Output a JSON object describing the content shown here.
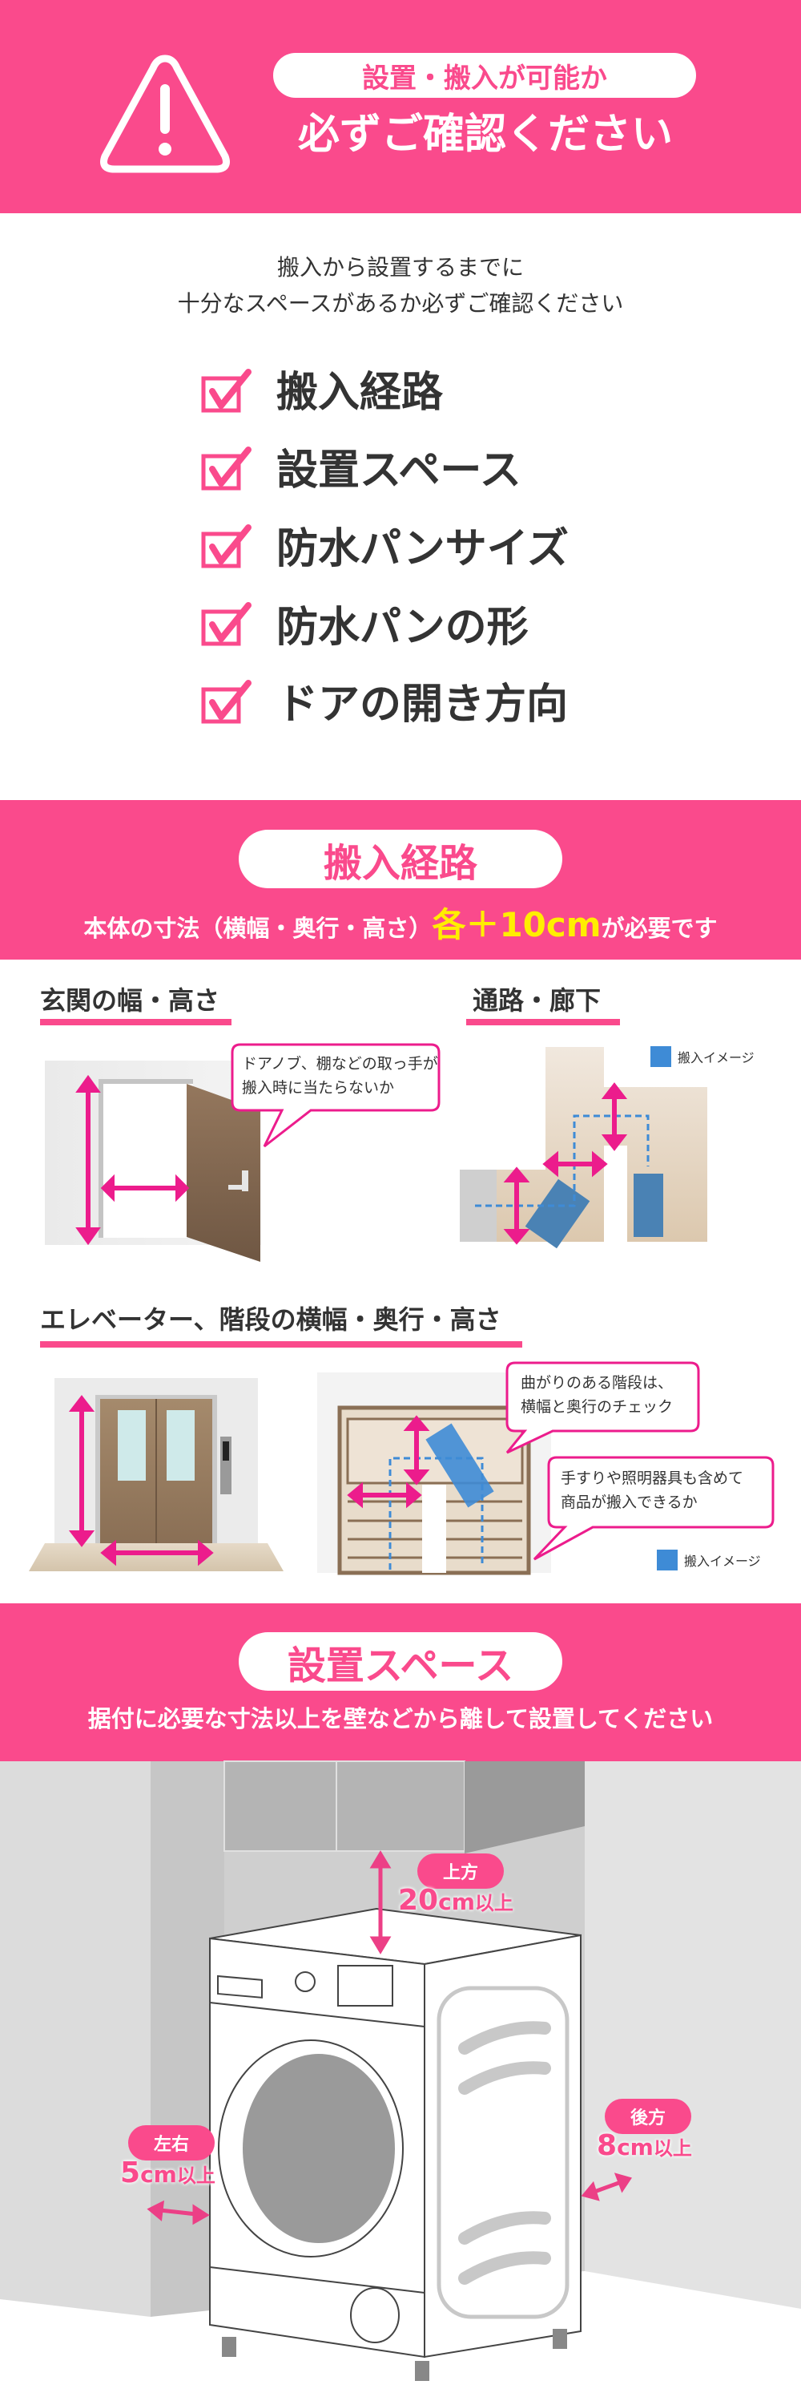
{
  "header": {
    "pill_text": "設置・搬入が可能か",
    "title": "必ずご確認ください",
    "icon": "warning-triangle-icon"
  },
  "intro": {
    "line1": "搬入から設置するまでに",
    "line2": "十分なスペースがあるか必ずご確認ください"
  },
  "checklist": [
    {
      "label": "搬入経路"
    },
    {
      "label": "設置スペース"
    },
    {
      "label": "防水パンサイズ"
    },
    {
      "label": "防水パンの形"
    },
    {
      "label": "ドアの開き方向"
    }
  ],
  "route_section": {
    "title": "搬入経路",
    "subtitle_pre": "本体の寸法（横幅・奥行・高さ）",
    "subtitle_highlight": "各＋10cm",
    "subtitle_post": "が必要です",
    "highlight_color": "#ffee00",
    "entrance": {
      "heading": "玄関の幅・高さ",
      "bubble_line1": "ドアノブ、棚などの取っ手が",
      "bubble_line2": "搬入時に当たらないか"
    },
    "corridor": {
      "heading": "通路・廊下",
      "legend": "搬入イメージ"
    },
    "elevator": {
      "heading": "エレベーター、階段の横幅・奥行・高さ",
      "bubble1_line1": "曲がりのある階段は、",
      "bubble1_line2": "横幅と奥行のチェック",
      "bubble2_line1": "手すりや照明器具も含めて",
      "bubble2_line2": "商品が搬入できるか",
      "legend": "搬入イメージ"
    }
  },
  "space_section": {
    "title": "設置スペース",
    "subtitle": "据付に必要な寸法以上を壁などから離して設置してください",
    "top": {
      "tag": "上方",
      "value": "20",
      "unit": "cm",
      "suffix": "以上"
    },
    "sides": {
      "tag": "左右",
      "value": "5",
      "unit": "cm",
      "suffix": "以上"
    },
    "back": {
      "tag": "後方",
      "value": "8",
      "unit": "cm",
      "suffix": "以上"
    }
  },
  "colors": {
    "accent": "#fa4a8c",
    "text": "#333333",
    "carry_image": "#3e8bd6"
  }
}
